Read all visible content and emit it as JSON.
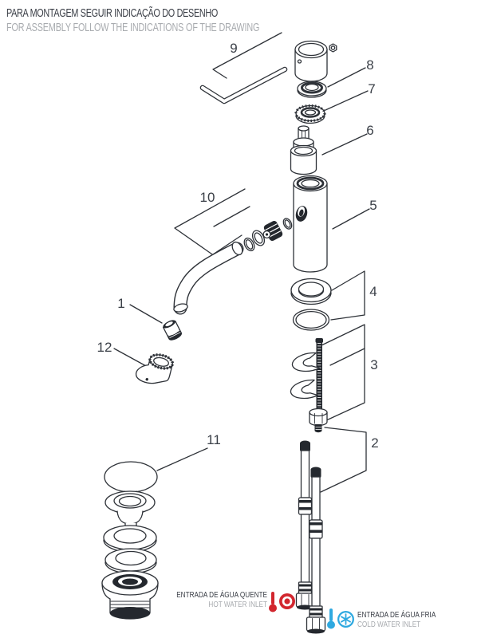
{
  "header": {
    "line1": "PARA MONTAGEM SEGUIR INDICAÇÃO DO DESENHO",
    "line2": "FOR ASSEMBLY FOLLOW THE INDICATIONS OF THE DRAWING"
  },
  "part_labels": [
    "1",
    "2",
    "3",
    "4",
    "5",
    "6",
    "7",
    "8",
    "9",
    "10",
    "11",
    "12"
  ],
  "inlets": {
    "hot": {
      "label_pt": "ENTRADA DE ÁGUA QUENTE",
      "label_en": "HOT WATER INLET",
      "color": "#d2262e",
      "icons": [
        "thermometer-icon",
        "hot-dot-icon"
      ]
    },
    "cold": {
      "label_pt": "ENTRADA DE ÁGUA FRIA",
      "label_en": "COLD WATER INLET",
      "color": "#2fa9e0",
      "icons": [
        "thermometer-icon",
        "snowflake-icon"
      ]
    }
  },
  "colors": {
    "ink": "#2e3238",
    "muted": "#a8abaf",
    "hot": "#d2262e",
    "cold": "#2fa9e0"
  }
}
